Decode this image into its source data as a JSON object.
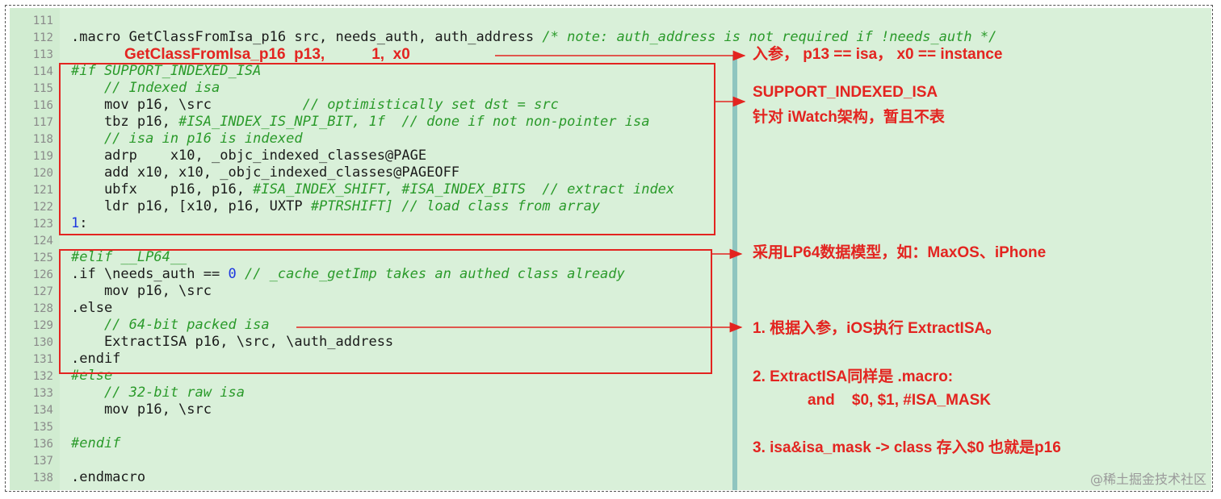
{
  "code_lines": [
    {
      "n": "111",
      "parts": []
    },
    {
      "n": "112",
      "parts": [
        {
          "t": ".macro GetClassFromIsa_p16 src, needs_auth, auth_address ",
          "c": "code"
        },
        {
          "t": "/* note: auth_address is not required if !needs_auth */",
          "c": "cm"
        }
      ]
    },
    {
      "n": "113",
      "parts": []
    },
    {
      "n": "114",
      "parts": [
        {
          "t": "#if SUPPORT_INDEXED_ISA",
          "c": "pp"
        }
      ]
    },
    {
      "n": "115",
      "parts": [
        {
          "t": "    // Indexed isa",
          "c": "cm"
        }
      ]
    },
    {
      "n": "116",
      "parts": [
        {
          "t": "    mov p16, \\src           ",
          "c": "code"
        },
        {
          "t": "// optimistically set dst = src",
          "c": "cm"
        }
      ]
    },
    {
      "n": "117",
      "parts": [
        {
          "t": "    tbz p16, ",
          "c": "code"
        },
        {
          "t": "#ISA_INDEX_IS_NPI_BIT, 1f  // done if not non-pointer isa",
          "c": "cm"
        }
      ]
    },
    {
      "n": "118",
      "parts": [
        {
          "t": "    // isa in p16 is indexed",
          "c": "cm"
        }
      ]
    },
    {
      "n": "119",
      "parts": [
        {
          "t": "    adrp    x10, _objc_indexed_classes@PAGE",
          "c": "code"
        }
      ]
    },
    {
      "n": "120",
      "parts": [
        {
          "t": "    add x10, x10, _objc_indexed_classes@PAGEOFF",
          "c": "code"
        }
      ]
    },
    {
      "n": "121",
      "parts": [
        {
          "t": "    ubfx    p16, p16, ",
          "c": "code"
        },
        {
          "t": "#ISA_INDEX_SHIFT, #ISA_INDEX_BITS  // extract index",
          "c": "cm"
        }
      ]
    },
    {
      "n": "122",
      "parts": [
        {
          "t": "    ldr p16, [x10, p16, UXTP ",
          "c": "code"
        },
        {
          "t": "#PTRSHIFT] // load class from array",
          "c": "cm"
        }
      ]
    },
    {
      "n": "123",
      "parts": [
        {
          "t": "1",
          "c": "num"
        },
        {
          "t": ":",
          "c": "code"
        }
      ]
    },
    {
      "n": "124",
      "parts": []
    },
    {
      "n": "125",
      "parts": [
        {
          "t": "#elif __LP64__",
          "c": "pp"
        }
      ]
    },
    {
      "n": "126",
      "parts": [
        {
          "t": ".if \\needs_auth == ",
          "c": "code"
        },
        {
          "t": "0",
          "c": "num"
        },
        {
          "t": " // _cache_getImp takes an authed class already",
          "c": "cm"
        }
      ]
    },
    {
      "n": "127",
      "parts": [
        {
          "t": "    mov p16, \\src",
          "c": "code"
        }
      ]
    },
    {
      "n": "128",
      "parts": [
        {
          "t": ".else",
          "c": "code"
        }
      ]
    },
    {
      "n": "129",
      "parts": [
        {
          "t": "    // 64-bit packed isa",
          "c": "cm"
        }
      ]
    },
    {
      "n": "130",
      "parts": [
        {
          "t": "    ExtractISA p16, \\src, \\auth_address",
          "c": "code"
        }
      ]
    },
    {
      "n": "131",
      "parts": [
        {
          "t": ".endif",
          "c": "code"
        }
      ]
    },
    {
      "n": "132",
      "parts": [
        {
          "t": "#else",
          "c": "pp"
        }
      ]
    },
    {
      "n": "133",
      "parts": [
        {
          "t": "    // 32-bit raw isa",
          "c": "cm"
        }
      ]
    },
    {
      "n": "134",
      "parts": [
        {
          "t": "    mov p16, \\src",
          "c": "code"
        }
      ]
    },
    {
      "n": "135",
      "parts": []
    },
    {
      "n": "136",
      "parts": [
        {
          "t": "#endif",
          "c": "pp"
        }
      ]
    },
    {
      "n": "137",
      "parts": []
    },
    {
      "n": "138",
      "parts": [
        {
          "t": ".endmacro",
          "c": "code"
        }
      ]
    }
  ],
  "annotations": {
    "call_example": "GetClassFromIsa_p16  p13,           1,  x0",
    "params_note": "入参， p13 == isa， x0 == instance",
    "indexed_title": "SUPPORT_INDEXED_ISA",
    "indexed_desc": "针对 iWatch架构，暂且不表",
    "lp64_note": "采用LP64数据模型，如：MaxOS、iPhone",
    "step1": "1. 根据入参，iOS执行 ExtractISA。",
    "step2": "2. ExtractISA同样是 .macro:",
    "step2_code": "and    $0, $1, #ISA_MASK",
    "step3": "3. isa&isa_mask -> class 存入$0 也就是p16"
  },
  "watermark": "@稀土掘金技术社区",
  "colors": {
    "background": "#d9f0d9",
    "annotation_red": "#e32420",
    "comment_green": "#2a9a2a",
    "number_blue": "#1c36e0",
    "divider": "#8fc5bf"
  }
}
